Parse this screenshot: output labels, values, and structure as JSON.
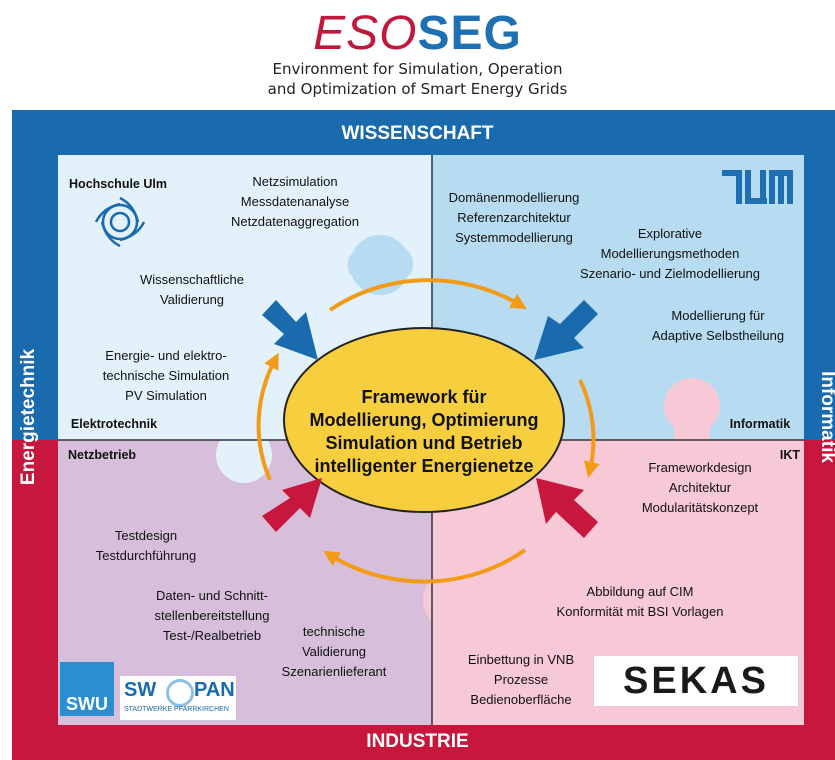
{
  "header": {
    "logo_eso": "ESO",
    "logo_seg": "SEG",
    "subtitle_line1": "Environment for Simulation, Operation",
    "subtitle_line2": "and Optimization of Smart Energy Grids"
  },
  "frame": {
    "top": "WISSENSCHAFT",
    "bottom": "INDUSTRIE",
    "left": "Energietechnik",
    "right": "Informatik"
  },
  "colors": {
    "blue_frame": "#1a6aae",
    "red_frame": "#c8173c",
    "q_top_left": "#e3f2fa",
    "q_top_right": "#b7dcf2",
    "q_bottom_left": "#d7bfdc",
    "q_bottom_right": "#f7c9d6",
    "center": "#f7cf3e",
    "arrow_orange": "#f39a16"
  },
  "center": {
    "line1": "Framework für",
    "line2": "Modellierung, Optimierung",
    "line3": "Simulation und Betrieb",
    "line4": "intelligenter Energienetze"
  },
  "quadrants": {
    "top_left": {
      "logo_label": "Hochschule Ulm",
      "label": "Elektrotechnik",
      "item1": [
        "Netzsimulation",
        "Messdatenanalyse",
        "Netzdatenaggregation"
      ],
      "item2": [
        "Wissenschaftliche",
        "Validierung"
      ],
      "item3": [
        "Energie- und elektro-",
        "technische Simulation",
        "PV Simulation"
      ]
    },
    "top_right": {
      "logo_label": "TUM",
      "label": "Informatik",
      "item1": [
        "Domänenmodellierung",
        "Referenzarchitektur",
        "Systemmodellierung"
      ],
      "item2": [
        "Explorative",
        "Modellierungsmethoden",
        "Szenario- und Zielmodellierung"
      ],
      "item3": [
        "Modellierung für",
        "Adaptive Selbstheilung"
      ]
    },
    "bottom_left": {
      "label": "Netzbetrieb",
      "item1": [
        "Testdesign",
        "Testdurchführung"
      ],
      "item2": [
        "Daten- und Schnitt-",
        "stellenbereitstellung",
        "Test-/Realbetrieb"
      ],
      "item3": [
        "technische",
        "Validierung",
        "Szenarienlieferant"
      ],
      "logo_swu": "SWU",
      "logo_swpan_sw": "SW",
      "logo_swpan_pan": "PAN",
      "logo_swpan_sub": "STADTWERKE PFARRKIRCHEN"
    },
    "bottom_right": {
      "label": "IKT",
      "item1": [
        "Frameworkdesign",
        "Architektur",
        "Modularitätskonzept"
      ],
      "item2": [
        "Abbildung auf CIM",
        "Konformität mit BSI Vorlagen"
      ],
      "item3": [
        "Einbettung in VNB",
        "Prozesse",
        "Bedienoberfläche"
      ],
      "logo_sekas": "SEKAS"
    }
  }
}
